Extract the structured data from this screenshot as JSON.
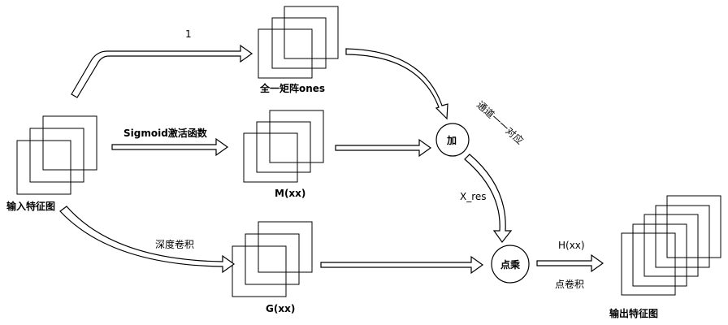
{
  "labels": {
    "one": "1",
    "ones": "全一矩阵ones",
    "sigmoid": "Sigmoid激活函数",
    "input": "输入特征图",
    "m": "M(xx)",
    "channel": "通道一一对应",
    "add": "加",
    "xres": "X_res",
    "depthconv": "深度卷积",
    "g": "G(xx)",
    "mul": "点乘",
    "h": "H(xx)",
    "pointconv": "点卷积",
    "output": "输出特征图"
  }
}
